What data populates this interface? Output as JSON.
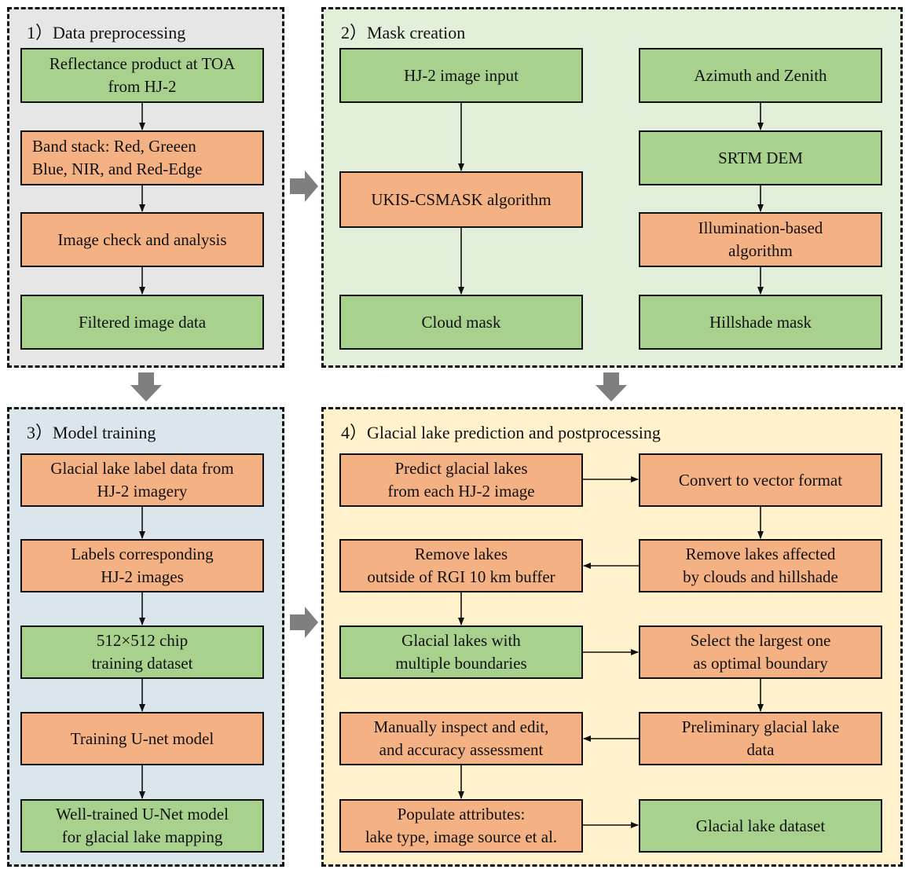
{
  "colors": {
    "green": "#a9d18e",
    "orange": "#f4b183",
    "panel1_bg": "#e7e6e6",
    "panel2_bg": "#e2efda",
    "panel3_bg": "#dbe5ec",
    "panel4_bg": "#fff2cc",
    "big_arrow": "#7f7f7f"
  },
  "panels": {
    "p1": "1）Data preprocessing",
    "p2": "2）Mask creation",
    "p3": "3）Model training",
    "p4": "4）Glacial lake prediction and postprocessing"
  },
  "boxes": {
    "b1": "Reflectance product at TOA\nfrom HJ-2",
    "b2": "Band stack: Red, Greeen\nBlue, NIR, and Red-Edge",
    "b3": "Image check and analysis",
    "b4": "Filtered image data",
    "b5": "HJ-2 image input",
    "b6": "UKIS-CSMASK algorithm",
    "b7": "Cloud mask",
    "b8": "Azimuth and Zenith",
    "b9": "SRTM DEM",
    "b10": "Illumination-based\nalgorithm",
    "b11": "Hillshade mask",
    "b12": "Glacial lake label data from\nHJ-2 imagery",
    "b13": "Labels corresponding\nHJ-2 images",
    "b14": "512×512 chip\ntraining dataset",
    "b15": "Training U-net model",
    "b16": "Well-trained U-Net model\nfor glacial lake mapping",
    "b17": "Predict glacial lakes\nfrom each HJ-2 image",
    "b18": "Convert to vector format",
    "b19": "Remove lakes\noutside of RGI 10 km buffer",
    "b20": "Remove  lakes affected\nby clouds and hillshade",
    "b21": "Glacial lakes with\nmultiple boundaries",
    "b22": "Select the largest one\nas optimal boundary",
    "b23": "Manually inspect and edit,\nand accuracy assessment",
    "b24": "Preliminary glacial lake\ndata",
    "b25": "Populate attributes:\nlake type, image source et al.",
    "b26": "Glacial lake dataset"
  }
}
